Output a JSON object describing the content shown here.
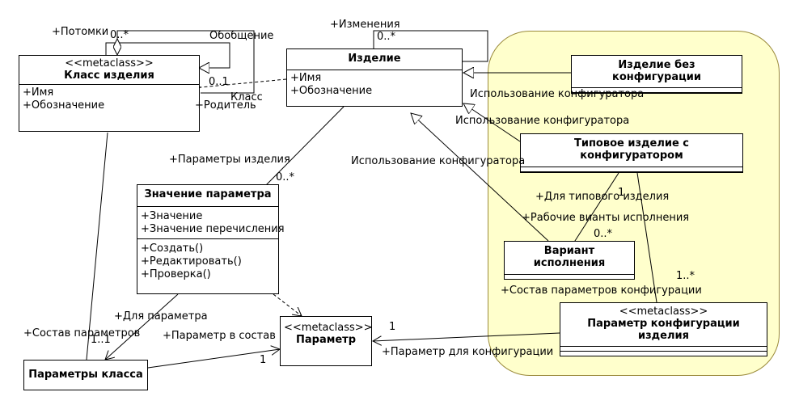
{
  "classes": {
    "class_izdelia": {
      "stereotype": "<<metaclass>>",
      "name": "Класс изделия",
      "attributes": [
        "+Имя",
        "+Обозначение"
      ]
    },
    "izdelie": {
      "name": "Изделие",
      "attributes": [
        "+Имя",
        "+Обозначение"
      ]
    },
    "bez_konfig": {
      "name": "Изделие без конфигурации"
    },
    "tipovoe": {
      "name": "Типовое изделие с конфигуратором"
    },
    "variant": {
      "name": "Вариант исполнения"
    },
    "param_konfig": {
      "stereotype": "<<metaclass>>",
      "name": "Параметр конфигурации изделия"
    },
    "znachenie": {
      "name": "Значение параметра",
      "attributes": [
        "+Значение",
        "+Значение перечисления"
      ],
      "operations": [
        "+Создать()",
        "+Редактировать()",
        "+Проверка()"
      ]
    },
    "parametr": {
      "stereotype": "<<metaclass>>",
      "name": "Параметр"
    },
    "param_klassa": {
      "name": "Параметры класса"
    }
  },
  "labels": {
    "potomki": "+Потомки",
    "potomki_mult": "0..*",
    "obobshenie": "Обобщение",
    "roditel_mult": "0..1",
    "roditel": "+Родитель",
    "klass": "Класс",
    "izmenenia": "+Изменения",
    "izmenenia_mult": "0..*",
    "ispolz_1": "Использование конфигуратора",
    "ispolz_2": "Использование конфигуратора",
    "ispolz_3": "Использование конфигуратора",
    "parametry_izdelia": "+Параметры изделия",
    "parametry_izdelia_mult": "0..*",
    "dla_tipovogo": "+Для типового изделия",
    "dla_tipovogo_mult": "1",
    "rabochie": "+Рабочие вианты исполнения",
    "rabochie_mult": "0..*",
    "sostav_konfig_mult": "1..*",
    "sostav_konfig": "+Состав параметров конфигурации",
    "dla_parametra": "+Для параметра",
    "sostav_parametrov": "+Состав параметров",
    "sostav_parametrov_mult": "1..1",
    "parametr_v_sostav": "+Параметр в состав",
    "parametr_v_sostav_mult": "1",
    "param_dla_konfig_mult": "1",
    "param_dla_konfig": "+Параметр для конфигурации"
  },
  "colors": {
    "region_fill": "#ffffcc",
    "region_border": "#9a8a3a",
    "line": "#000000"
  }
}
